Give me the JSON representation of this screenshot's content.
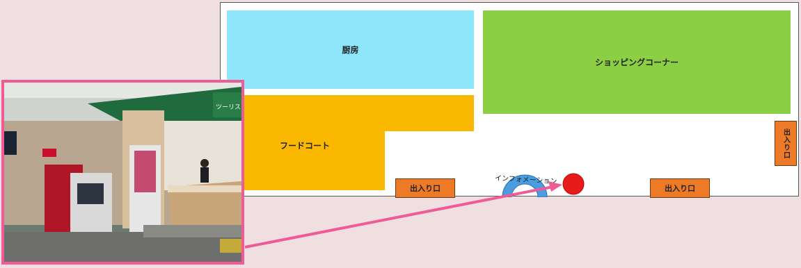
{
  "map": {
    "areas": {
      "kitchen": "厨房",
      "shopping_corner": "ショッピングコーナー",
      "food_court": "フードコート"
    },
    "exits": {
      "left": "出入り口",
      "right": "出入り口",
      "side": "出入り口"
    },
    "information_label": "インフォメーション"
  },
  "colors": {
    "background": "#f0dfe1",
    "kitchen": "#8ee6fb",
    "shopping_corner": "#8ccf44",
    "food_court": "#fbb800",
    "exit": "#ed7a26",
    "information_ring": "#4a9de0",
    "location_marker": "#e81b1b",
    "callout": "#ee5b97"
  },
  "photo": {
    "sign_text": "ツーリスト"
  }
}
